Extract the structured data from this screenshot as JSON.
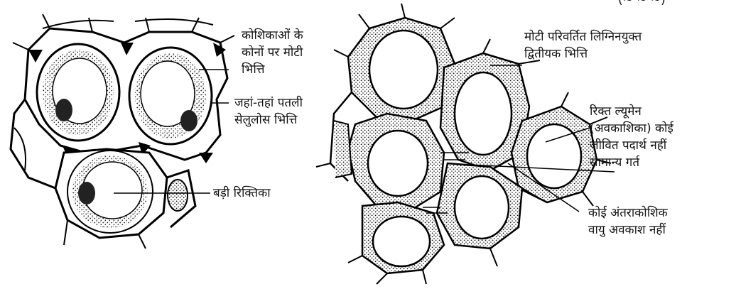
{
  "left_figure": {
    "labels": {
      "thick_corners": [
        "कोशिकाओं के",
        "कोनों पर मोटी",
        "भित्ति"
      ],
      "thin_cellulose": [
        "जहां-तहां पतली",
        "सेलुलोस भित्ति"
      ],
      "large_vacuole": [
        "बड़ी रिक्तिका"
      ]
    }
  },
  "right_figure": {
    "labels": {
      "top_cut": [
        "(~ ~ ~)"
      ],
      "thick_lignified": [
        "मोटी परिवर्तित लिग्निनयुक्त",
        "द्वितीयक भित्ति"
      ],
      "empty_lumen": [
        "रिक्त ल्यूमेन",
        "(अवकाशिका) कोई",
        "जीवित पदार्थ नहीं",
        "सामान्य गर्त"
      ],
      "no_air_space": [
        "कोई अंतराकोशिक",
        "वायु अवकाश नहीं"
      ]
    }
  }
}
